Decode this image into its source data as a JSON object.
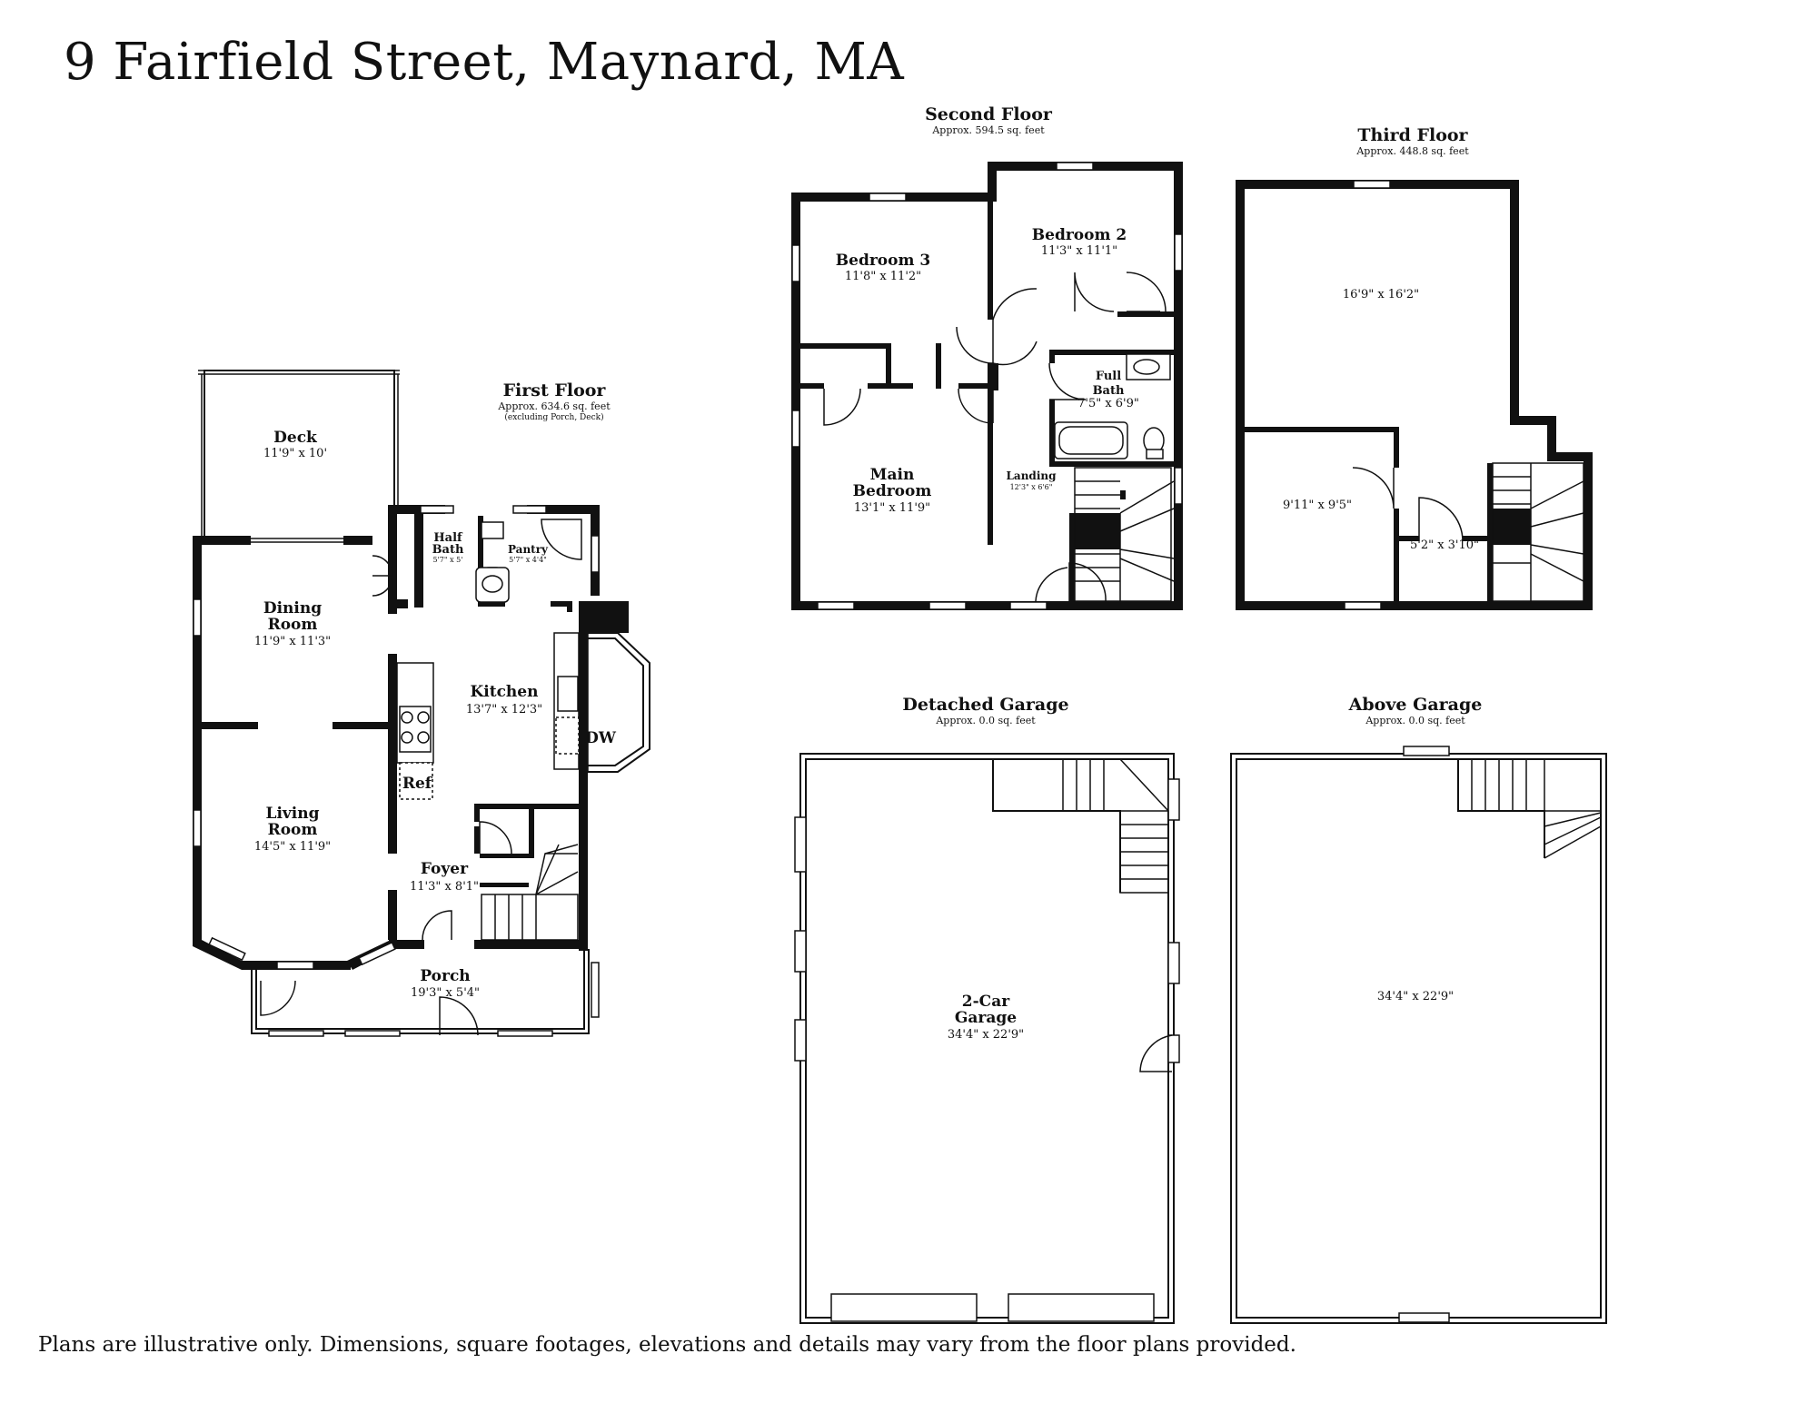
{
  "title": "9 Fairfield Street, Maynard, MA",
  "disclaimer": "Plans are illustrative only. Dimensions, square footages, elevations and details may vary from the floor plans provided.",
  "floors": {
    "first": {
      "title": "First Floor",
      "area": "Approx. 634.6 sq. feet",
      "note": "(excluding Porch, Deck)",
      "rooms": {
        "deck": {
          "name": "Deck",
          "dim": "11'9\" x 10'"
        },
        "dining": {
          "name1": "Dining",
          "name2": "Room",
          "dim": "11'9\" x 11'3\""
        },
        "half_bath": {
          "name1": "Half",
          "name2": "Bath",
          "dim": "5'7\" x 5'"
        },
        "pantry": {
          "name": "Pantry",
          "dim": "5'7\" x 4'4\""
        },
        "kitchen": {
          "name": "Kitchen",
          "dim": "13'7\" x 12'3\""
        },
        "living": {
          "name1": "Living",
          "name2": "Room",
          "dim": "14'5\" x 11'9\""
        },
        "foyer": {
          "name": "Foyer",
          "dim": "11'3\" x 8'1\""
        },
        "porch": {
          "name": "Porch",
          "dim": "19'3\" x 5'4\""
        }
      },
      "appliances": {
        "dw": "DW",
        "ref": "Ref"
      }
    },
    "second": {
      "title": "Second Floor",
      "area": "Approx. 594.5 sq. feet",
      "rooms": {
        "bed3": {
          "name": "Bedroom 3",
          "dim": "11'8\" x 11'2\""
        },
        "bed2": {
          "name": "Bedroom 2",
          "dim": "11'3\" x 11'1\""
        },
        "full_bath": {
          "name1": "Full",
          "name2": "Bath",
          "dim": "7'5\" x 6'9\""
        },
        "main_bed": {
          "name1": "Main",
          "name2": "Bedroom",
          "dim": "13'1\" x 11'9\""
        },
        "landing": {
          "name": "Landing",
          "dim": "12'3\" x 6'6\""
        }
      }
    },
    "third": {
      "title": "Third Floor",
      "area": "Approx. 448.8 sq. feet",
      "rooms": {
        "big": {
          "dim": "16'9\" x 16'2\""
        },
        "left": {
          "dim": "9'11\" x 9'5\""
        },
        "small": {
          "dim": "5'2\" x 3'10\""
        }
      }
    },
    "garage": {
      "title": "Detached Garage",
      "area": "Approx. 0.0 sq. feet",
      "rooms": {
        "car": {
          "name1": "2-Car",
          "name2": "Garage",
          "dim": "34'4\" x 22'9\""
        }
      }
    },
    "above_garage": {
      "title": "Above Garage",
      "area": "Approx. 0.0 sq. feet",
      "rooms": {
        "main": {
          "dim": "34'4\" x 22'9\""
        }
      }
    }
  }
}
